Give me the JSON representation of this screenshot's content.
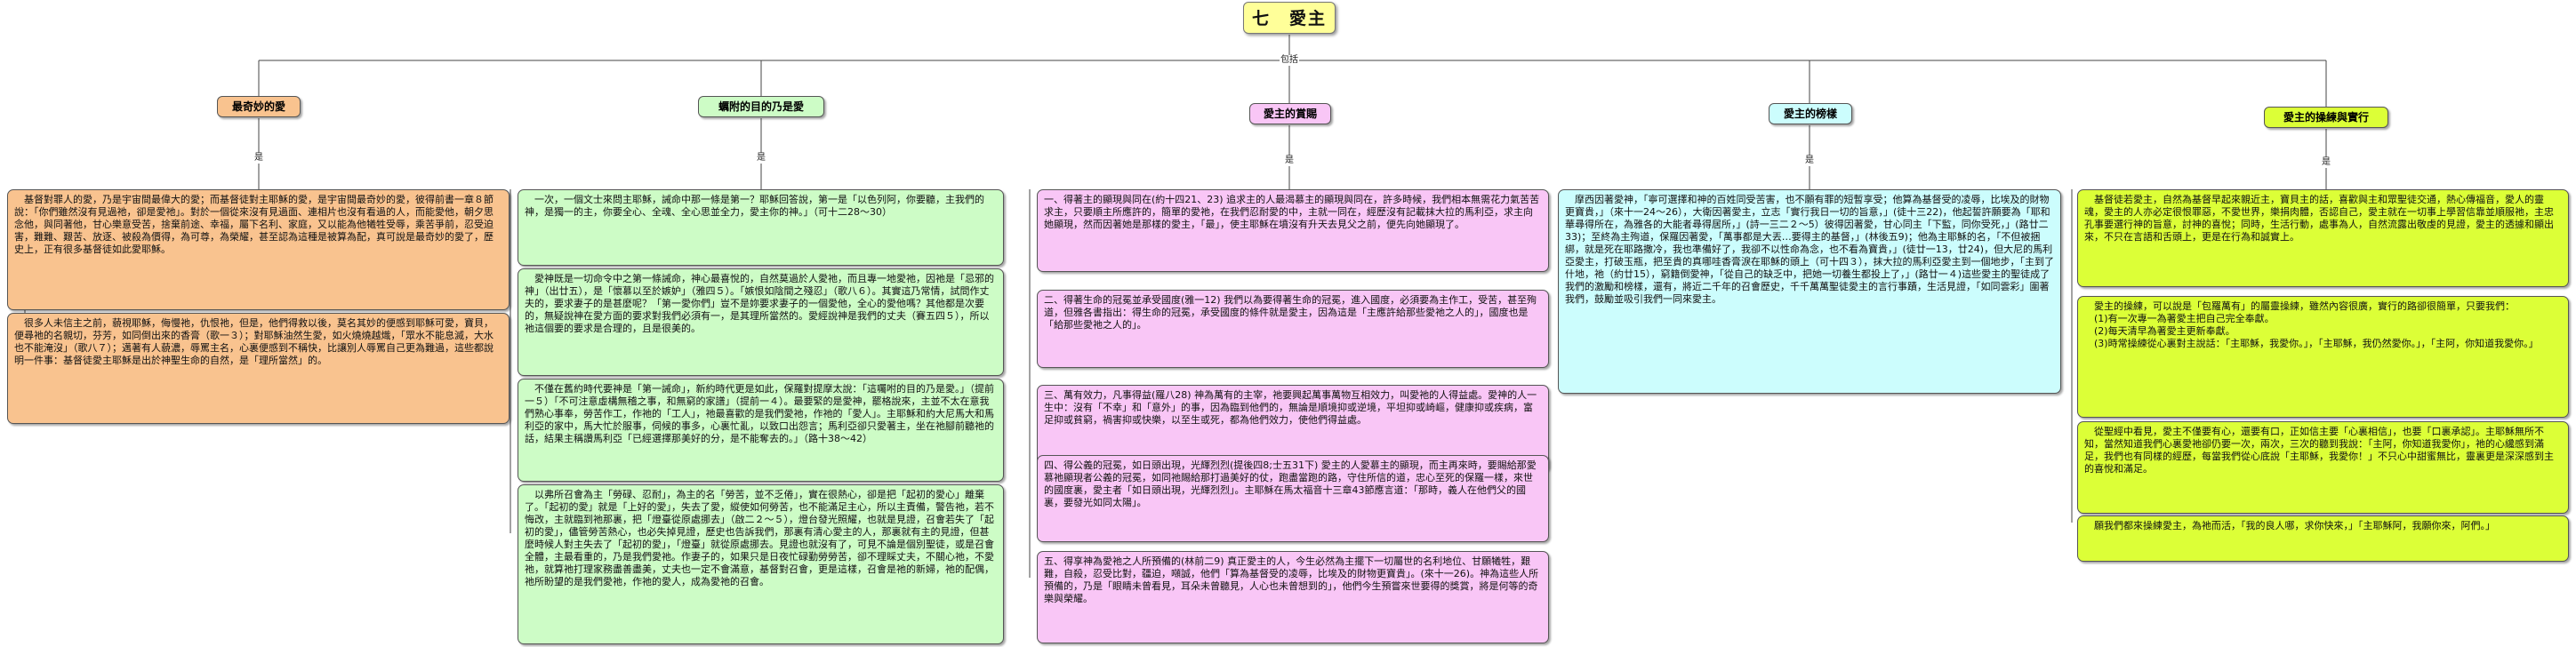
{
  "root": {
    "title": "七　愛主"
  },
  "root_link": "包括",
  "branches": [
    {
      "id": "b1",
      "label": "最奇妙的愛",
      "color": "#f9c38f",
      "link": "是",
      "notes": [
        "　基督對罪人的愛，乃是宇宙間最偉大的愛；而基督徒對主耶穌的愛，是宇宙間最奇妙的愛，彼得前書一章８節說：「你們雖然沒有見過祂，卻是愛祂」。對於一個從來沒有見過面、連相片也沒有看過的人，而能愛他，朝夕思念他，與同著他，甘心樂意受苦，捨棄前途、幸福，屬下名利、家庭，又以能為他犧牲受辱，乘苦爭前，忍受迫害，難難、艱苦、放逐、被殺為價得，為可尊，為榮耀，甚至認為這種是被算為配，真可說是最奇妙的愛了，歷史上，正有很多基督徒如此愛耶穌。",
        "　很多人未信主之前，藐視耶穌，侮慢祂，仇恨祂，但是，他們得救以後，莫名其妙的便感到耶穌可愛，寶貝，便尋祂的名親切，芬芳，如同倒出來的香膏（歌一３）；對耶穌油然生愛，如火燒燒越熾，「眾水不能息滅，大水也不能淹沒」（歌八７）；邁著有人藐濃，辱罵主名，心裏便感到不稱快，比讓別人辱罵自己更為難過，這些都說明一件事：基督徒愛主耶穌是出於神聖生命的自然，是「理所當然」的。"
      ]
    },
    {
      "id": "b2",
      "label": "蠣附的目的乃是愛",
      "color": "#cdfcc6",
      "link": "是",
      "notes": [
        "　一次，一個文士來問主耶穌，誡命中那一條是第一？耶穌回答說，第一是「以色列阿，你要聽，主我們的神，是獨一的主，你要全心、全魂、全心思並全力，愛主你的神。」（可十二28～30）",
        "　愛神既是一切命令中之第一條誡命，神心最喜悅的，自然莫過於人愛祂，而且專一地愛祂，因祂是「忌邪的神」（出廿五），是「懷慕以至於嫉妒」（雅四５）。「嫉恨如陰間之殘忍」（歌八６）。其實這乃常情，試問作丈夫的，要求妻子的是甚麼呢？「第一愛你們」豈不是妳要求妻子的一個愛他，全心的愛他嗎？其他都是次要的，無疑說神在愛方面的要求對我們必須有一，是其理所當然的。愛經說神是我們的丈夫（賽五四５），所以祂這個要的要求是合理的，且是很美的。",
        "　不僅在舊約時代要神是「第一誡命」，新約時代更是如此，保羅對提摩太說：「這囑咐的目的乃是愛。」（提前一５）「不可注意虛構無稽之事，和無窮的家譜」（提前一４）。最要緊的是愛神，罷格說來，主並不太在意我們熟心事奉，勞苦作工，作祂的「工人」，祂最喜歡的是我們愛祂，作祂的「愛人」。主耶穌和約大尼馬大和馬利亞的家中，馬大忙於服事，伺候的事多，心裏忙亂，以致口出怨言；馬利亞卻只愛著主，坐在祂腳前聽祂的話，結果主稱讚馬利亞「已經選擇那美好的分，是不能奪去的。」（路十38～42）",
        "　以弗所召會為主「勞碌、忍耐」，為主的名「勞苦，並不乏倦」，實在很熱心，卻是把「起初的愛心」離棄了。「起初的愛」就是「上好的愛」，失去了愛，縱使如何勞苦，也不能滿足主心，所以主責備，警告祂，若不悔改，主就臨到祂那裏，把「燈臺從原處挪去」（啟二２～５），燈台發光照耀，也就是見證，召會若失了「起初的愛」，儘管勞苦熱心，也必失掉見證，歷史也告訴我們，那裏有清心愛主的人，那裏就有主的見證，但甚麼時候人對主失去了「起初的愛」，「燈臺」就從原處挪去。見證也就沒有了，可見不論是個別聖徒，或是召會全體，主最看重的，乃是我們愛祂。作妻子的，如果只是日夜忙碌勤勞勞苦，卻不理睬丈夫，不關心祂，不愛祂，就算祂打理家務盡善盡美，丈夫也一定不會滿意，基督對召會，更是這樣，召會是祂的新婦，祂的配偶，祂所盼望的是我們愛祂，作祂的愛人，成為愛祂的召會。"
      ]
    },
    {
      "id": "b3",
      "label": "愛主的賞賜",
      "color": "#f9c6f6",
      "link": "是",
      "notes": [
        "一、得著主的顯現與同在(約十四21、23) 追求主的人最渴慕主的顯現與同在，許多時候，我們相本無需花力氣苦苦求主，只要順主所應許的，簡單的愛祂，在我們忍耐愛的中，主就一同在，經歷沒有記載抹大拉的馬利亞，求主向她顯現，然而因著她是那樣的愛主，「最」，使主耶穌在墳沒有升天去見父之前，便先向她顯現了。",
        "二、得著生命的冠冕並承受國度(雅一12) 我們以為要得著生命的冠冕，進入國度，必須要為主作工，受苦，甚至殉道，但雅各書指出：得生命的冠冕，承受國度的條件就是愛主，因為這是「主應許給那些愛祂之人的」，國度也是「給那些愛祂之人的」。",
        "三、萬有效力，凡事得益(羅八28) 神為萬有的主宰，祂要興起萬事萬物互相效力，叫愛祂的人得益處。愛神的人一生中：沒有「不幸」和「意外」的事，因為臨到他們的，無論是順境抑或逆境，平坦抑或崎嶇，健康抑或疾病，富足抑或貧窮，禍害抑或快樂，以至生或死，都為他們效力，使他們得益處。",
        "四、得公義的冠冕，如日頭出現，光輝烈烈(提後四8;士五31下) 愛主的人愛慕主的顯現，而主再來時，要賜給那愛慕祂顯現者公義的冠冕，如同祂賜給那打過美好的仗，跑盡當跑的路，守住所信的道，忠心至死的保羅一樣，來世的國度裏，愛主者「如日頭出現，光輝烈烈」。主耶穌在馬太福音十三章43節應言道：「那時，義人在他們父的國裏，要發光如同太陽」。",
        "五、得享神為愛祂之人所預備的(林前二9) 真正愛主的人，今生必然為主擺下一切屬世的名利地位、甘願犧牲，艱難，自殺，忍受比對，疆迫，噸誠，他們「算為基督受的凌辱，比埃及的財物更寶貴」。(來十一26)。神為這些人所預備的，乃是「眼睛未曾看見，耳朵未曾聽見，人心也未曾想到的」，他們今生預嘗來世要得的獎賞，將是何等的奇樂與榮耀。"
      ]
    },
    {
      "id": "b4",
      "label": "愛主的榜樣",
      "color": "#ccfdfd",
      "link": "是",
      "notes": [
        "　摩西因著愛神，「寧可選擇和神的百姓同受苦害，也不願有罪的短暫享受；他算為基督受的凌辱，比埃及的財物更寶貴，」（來十一24～26），大衛因著愛主，立志「實行我日一切的旨意，」(徒十三22)，他起誓許願要為「耶和華尋得所在，為雅各的大能者尋得居所，」(詩一三二２～5）彼得因著愛，甘心同主「下監，同你受死，」(路廿二33)；至終為主殉道，保羅因著愛，「萬事都是大丟…要得主的基督，」(林後五9)；他為主耶穌的名，「不但被捆綁，就是死在耶路撒冷，我也準備好了，我卻不以性命為念，也不看為寶貴，」(徒廿一13，廿24)，但大尼的馬利亞愛主，打破玉瓶，把至貴的真哪哇香膏淚在耶穌的頭上（可十四３），抹大拉的馬利亞愛主到一個地步，「主到了什地，祂（約廿15），窮籍倒愛神，「從自己的缺乏中，把她一切養生都投上了，」(路廿一４)這些愛主的聖徒成了我們的激勵和榜樣，還有，將近二千年的召會歷史，千千萬萬聖徒愛主的言行事蹟，生活見證，「如同雲彩」圍著我們，鼓勵並吸引我們一同來愛主。"
      ]
    },
    {
      "id": "b5",
      "label": "愛主的操練與實行",
      "color": "#dcff37",
      "link": "是",
      "notes": [
        "　基督徒若愛主，自然為基督早起來親近主，寶貝主的話，喜歡與主和眾聖徒交通，熱心傳福音，愛人的靈魂，愛主的人亦必定很恨罪惡，不愛世界，樂捐肉體，否認自己，愛主就在一切事上學習信靠並順服祂，主忠孔事要選行神的旨意，討神的喜悅；同時，生活行動，處事為人，自然流露出敬虔的見證，愛主的透據和顯出來，不只在言語和舌頭上，更是在行為和誠實上。",
        "　愛主的操練，可以說是「包羅萬有」的屬靈操練，雖然內容很廣，實行的路卻很簡單，只要我們：\n　(1)有一次專一為著愛主把自己完全奉獻。\n　(2)每天清早為著愛主更新奉獻。\n　(3)時常操練從心裏對主說話：「主耶穌，我愛你。」，「主耶穌，我仍然愛你。」，「主阿，你知道我愛你。」",
        "　從聖經中看見，愛主不僅要有心，還要有口，正如信主要「心裏相信」，也要「口裏承認」。主耶穌無所不知，當然知道我們心裏愛祂卻仍要一次，兩次，三次的聽到我說：「主阿，你知道我愛你」，祂的心纔感到滿足，我們也有同樣的經歷，每當我們從心底說「主耶穌，我愛你！」不只心中甜蜜無比，靈裏更是深深感到主的喜悅和滿足。",
        "　願我們都來操練愛主，為祂而活，「我的良人哪，求你快來，」「主耶穌阿，我願你來，阿們。」"
      ]
    }
  ]
}
